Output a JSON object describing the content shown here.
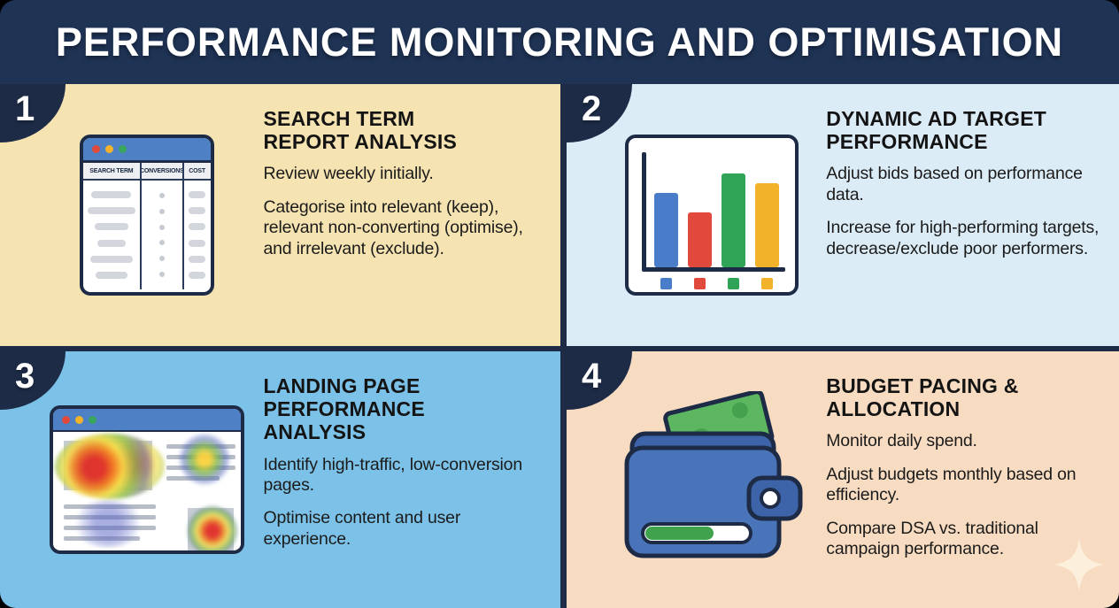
{
  "page": {
    "title": "PERFORMANCE MONITORING AND OPTIMISATION"
  },
  "colors": {
    "header_navy": "#1f3355",
    "badge_navy": "#1d2b47",
    "quad1_bg": "#f6e3b2",
    "quad2_bg": "#dcecf6",
    "quad3_bg": "#7cc2e8",
    "quad4_bg": "#f8dcc2",
    "bar_blue": "#4a7dc9",
    "bar_red": "#e0493c",
    "bar_green": "#2fa457",
    "bar_yellow": "#f2b32b",
    "browser_blue": "#4d80c4",
    "wallet_blue": "#4a74ba",
    "wallet_dark_blue": "#3d63a8",
    "note_green": "#5db761",
    "progress_green": "#3fa34d"
  },
  "sections": [
    {
      "number": "1",
      "title": "SEARCH TERM REPORT ANALYSIS",
      "paragraphs": [
        "Review weekly initially.",
        "Categorise into relevant (keep), relevant non-converting (optimise), and irrelevant (exclude)."
      ]
    },
    {
      "number": "2",
      "title": "DYNAMIC AD TARGET PERFORMANCE",
      "paragraphs": [
        "Adjust bids based on performance data.",
        "Increase for high-performing targets, decrease/exclude poor performers."
      ]
    },
    {
      "number": "3",
      "title": "LANDING PAGE PERFORMANCE ANALYSIS",
      "paragraphs": [
        "Identify high-traffic, low-conversion pages.",
        "Optimise content and user experience."
      ]
    },
    {
      "number": "4",
      "title": "BUDGET PACING & ALLOCATION",
      "paragraphs": [
        "Monitor daily spend.",
        "Adjust budgets monthly based on efficiency.",
        "Compare DSA vs. traditional campaign performance."
      ]
    }
  ],
  "illustrations": {
    "search_table": {
      "columns": [
        "SEARCH TERM",
        "CONVERSIONS",
        "COST"
      ],
      "row_count": 6
    },
    "bar_chart": {
      "type": "bar",
      "heights": [
        84,
        62,
        106,
        95
      ],
      "colors": [
        "#4a7dc9",
        "#e0493c",
        "#2fa457",
        "#f2b32b"
      ]
    },
    "wallet": {
      "progress_percent": 66
    }
  }
}
